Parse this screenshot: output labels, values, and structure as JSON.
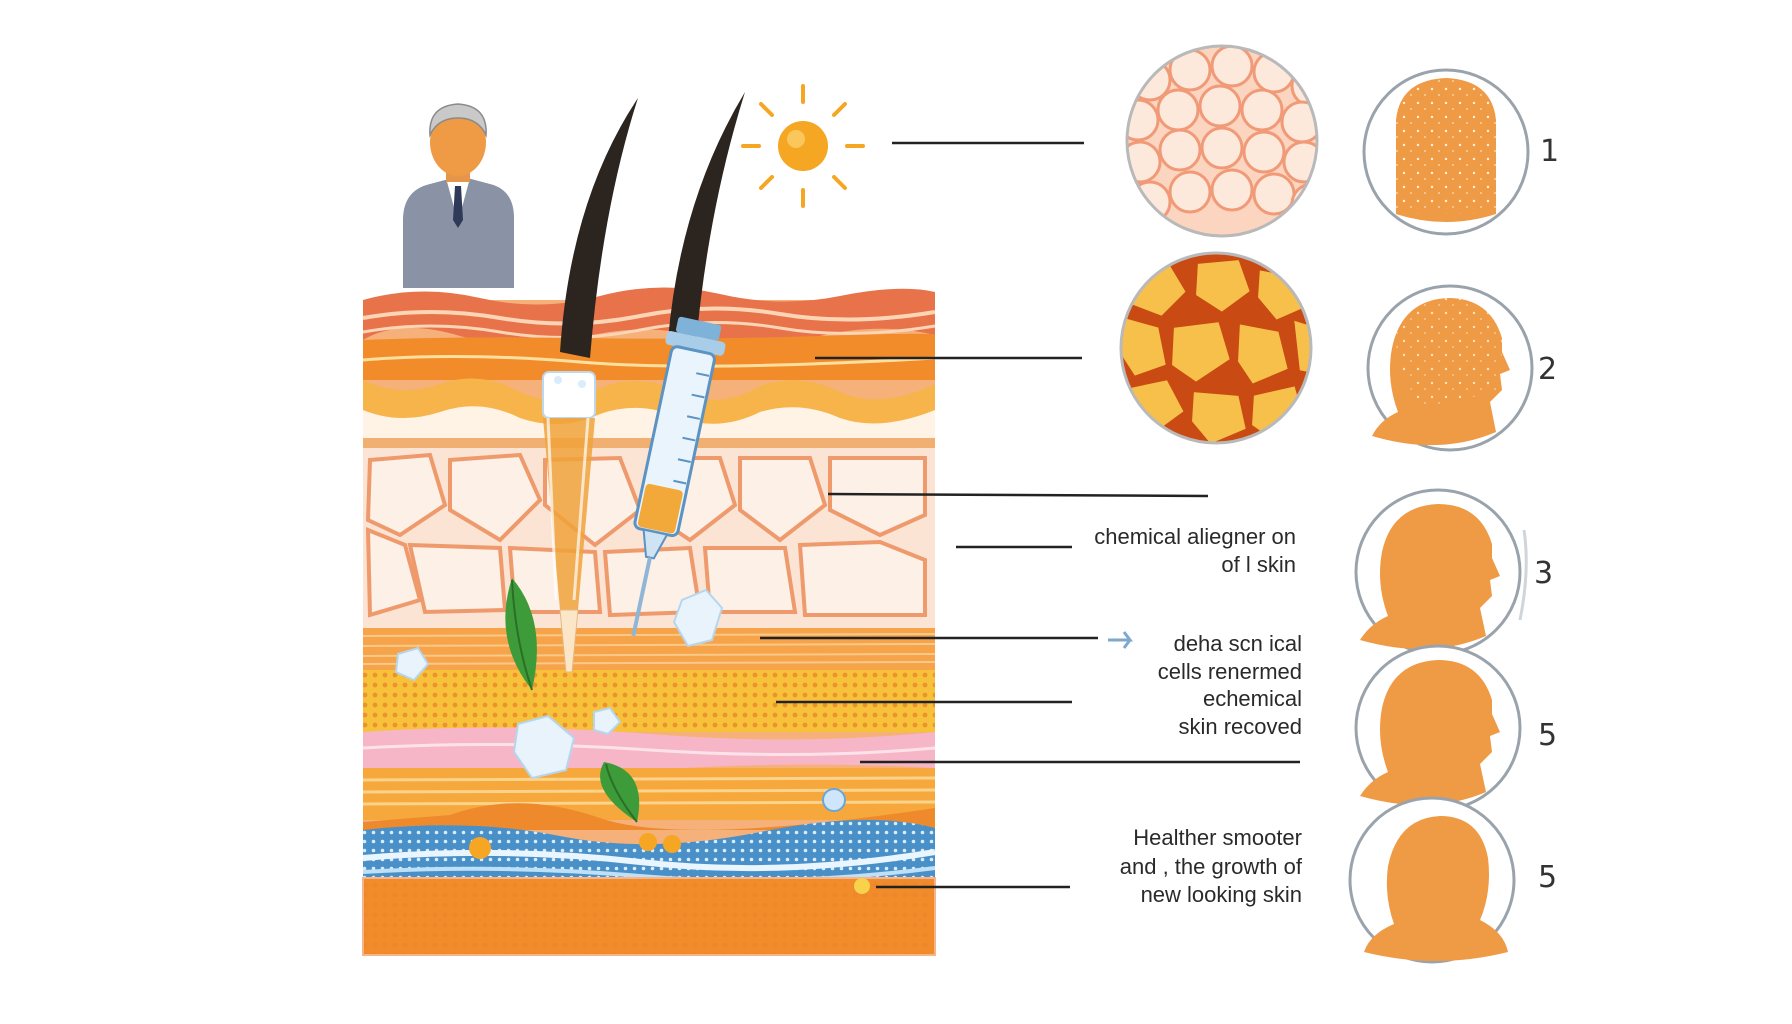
{
  "labels": {
    "chemical": {
      "line1": "chemical aliegner on",
      "line2": "of l skin"
    },
    "cells": {
      "line1": "deha   scn ical",
      "line2": "cells   renermed",
      "line3": "echemical",
      "line4": "skin   recoved"
    },
    "healthier": {
      "line1": "Healther smooter",
      "line2": "and , the growth of",
      "line3": "new looking  skin"
    }
  },
  "steps": [
    "1",
    "2",
    "3",
    "5",
    "5"
  ],
  "colors": {
    "skin_top": "#f1a878",
    "epidermis_orange": "#f28c2a",
    "dermis_cells": "#f7d3bf",
    "fat_yellow": "#f7c23a",
    "pink_band": "#f6b6c8",
    "blue_band": "#4a90c8",
    "face_orange": "#ef9a45",
    "sun": "#f5a623",
    "leaf": "#3e9b3a",
    "suit": "#8a93a6"
  },
  "icons": [
    "man-icon",
    "sun-icon",
    "hair-icon",
    "syringe-icon",
    "pipette-icon",
    "leaf-icon",
    "crystal-icon",
    "cell-zoom-icon",
    "face-profile-icon",
    "arrow-icon"
  ]
}
